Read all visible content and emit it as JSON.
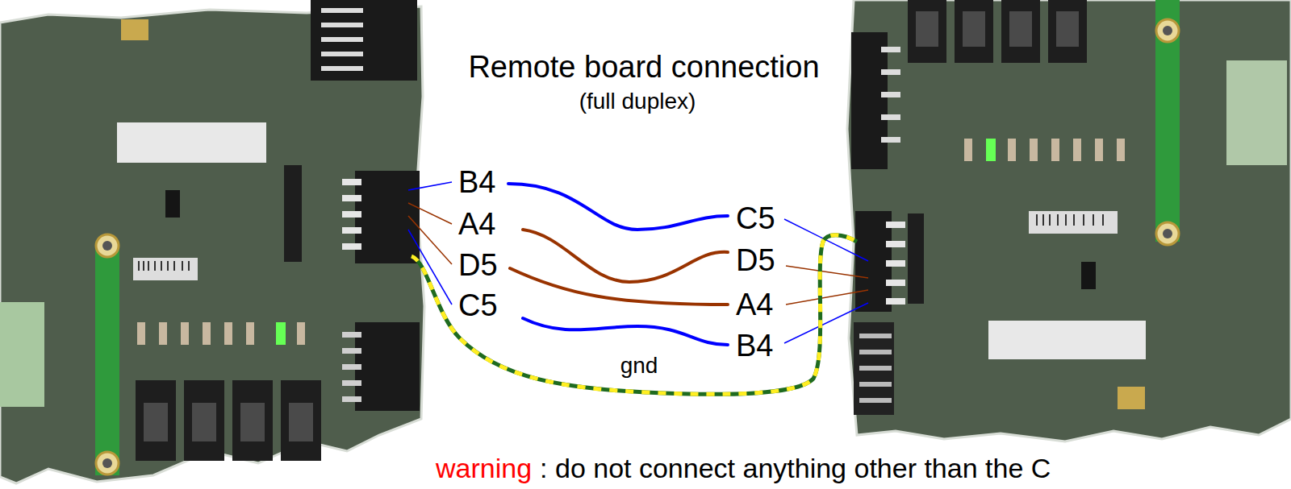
{
  "diagram": {
    "title": "Remote board connection",
    "labels": [
      "(full duplex)",
      "B4",
      "A4",
      "D5",
      "C5",
      "C5",
      "D5",
      "A4",
      "B4",
      "gnd",
      "warning",
      ": do not connect anything other than the C"
    ]
  }
}
